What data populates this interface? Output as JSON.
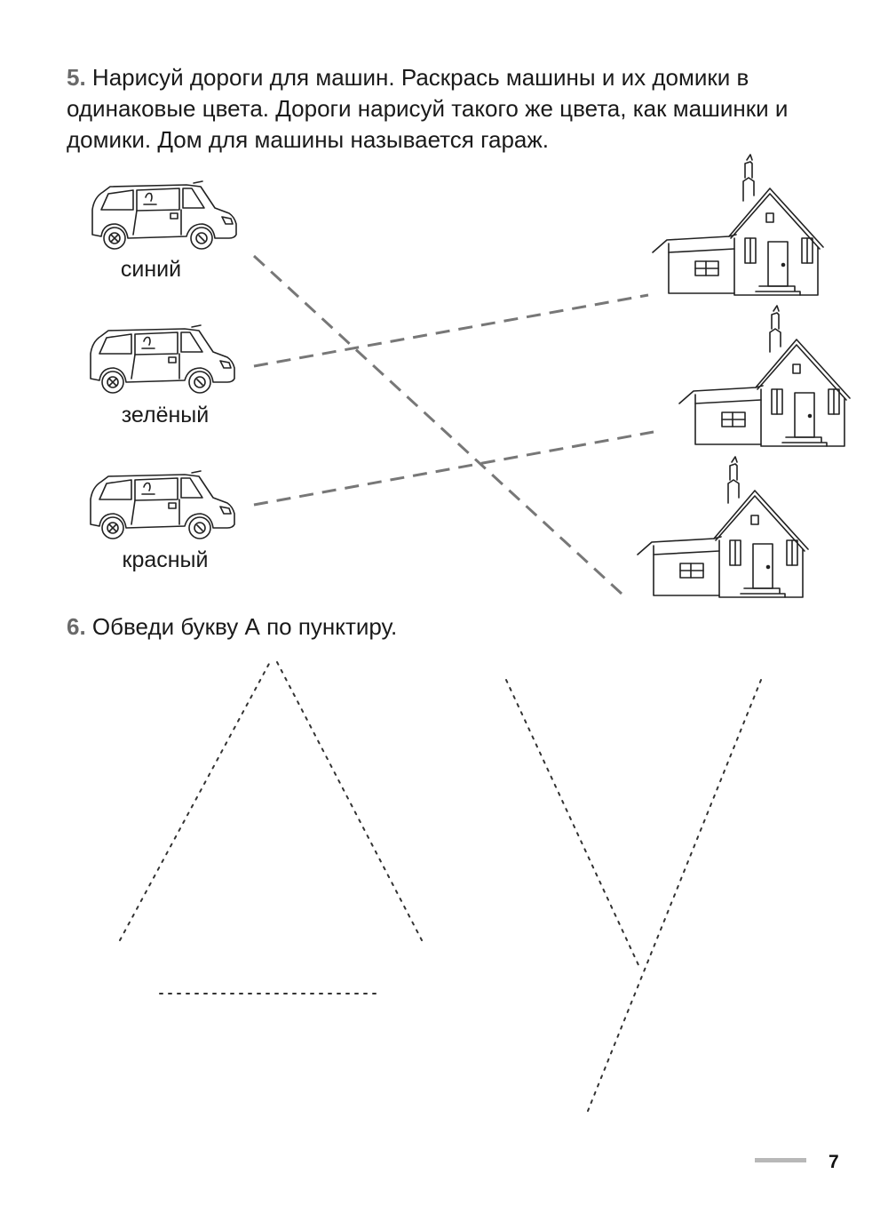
{
  "task5": {
    "number": "5.",
    "text": "Нарисуй дороги для машин. Раскрась машины и их домики в одинаковые цвета. Дороги нарисуй такого же цвета, как машинки и домики. Дом для машины называется гараж."
  },
  "cars": [
    {
      "label": "синий"
    },
    {
      "label": "зелёный"
    },
    {
      "label": "красный"
    }
  ],
  "task6": {
    "number": "6.",
    "text": "Обведи букву А по пунктиру."
  },
  "page_number": "7"
}
